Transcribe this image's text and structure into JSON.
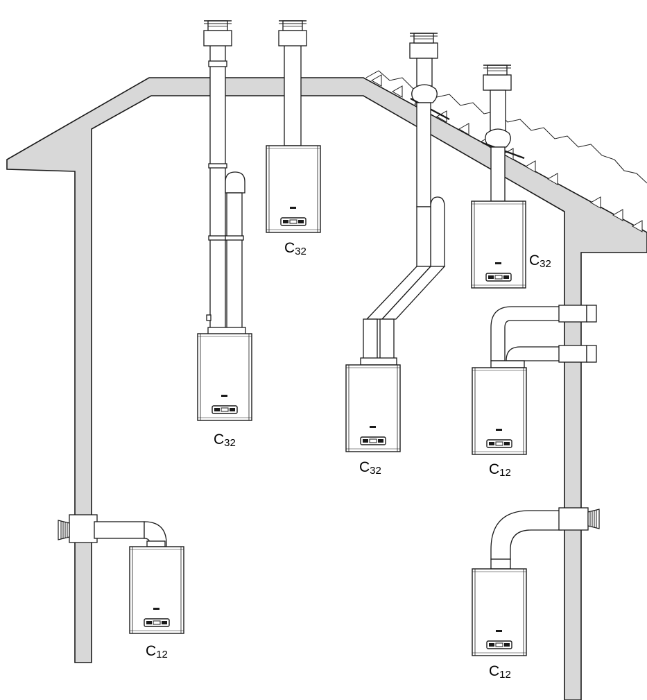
{
  "diagram": {
    "labels": {
      "c32_a": {
        "main": "C",
        "sub": "32"
      },
      "c32_b": {
        "main": "C",
        "sub": "32"
      },
      "c32_c": {
        "main": "C",
        "sub": "32"
      },
      "c32_d": {
        "main": "C",
        "sub": "32"
      },
      "c12_a": {
        "main": "C",
        "sub": "12"
      },
      "c12_b": {
        "main": "C",
        "sub": "12"
      },
      "c12_c": {
        "main": "C",
        "sub": "12"
      }
    },
    "colors": {
      "wall_fill": "#d8d8d8",
      "stroke": "#1a1a1a",
      "pipe_fill": "#ffffff",
      "boiler_fill": "#ffffff"
    }
  }
}
